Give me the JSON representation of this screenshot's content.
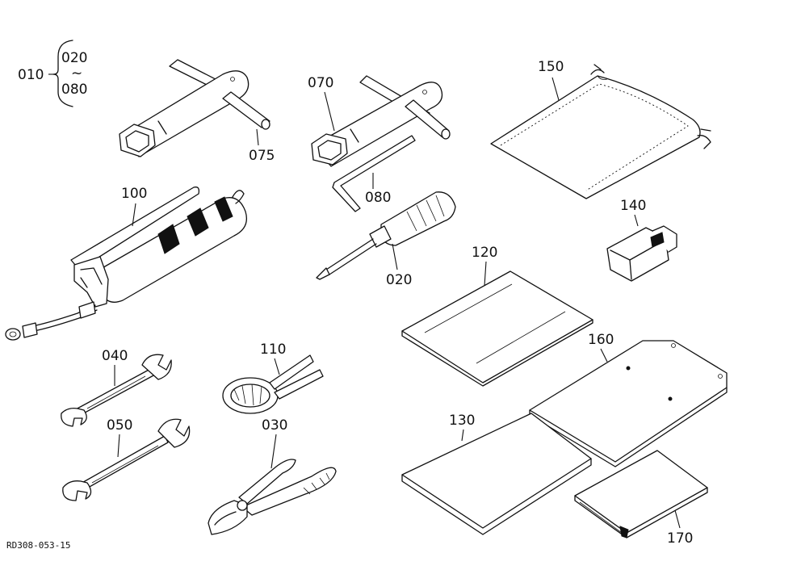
{
  "figure_code": "RD308-053-15",
  "bracket": {
    "parent": "010",
    "range_from": "020",
    "range_sep": "~",
    "range_to": "080"
  },
  "parts": [
    {
      "id": "p075",
      "label": "075",
      "icon": "t-box-wrench-icon"
    },
    {
      "id": "p070",
      "label": "070",
      "icon": "t-box-wrench-icon"
    },
    {
      "id": "p080",
      "label": "080",
      "icon": "hex-key-icon"
    },
    {
      "id": "p150",
      "label": "150",
      "icon": "tool-bag-icon"
    },
    {
      "id": "p100",
      "label": "100",
      "icon": "grease-gun-icon"
    },
    {
      "id": "p020",
      "label": "020",
      "icon": "screwdriver-icon"
    },
    {
      "id": "p140",
      "label": "140",
      "icon": "connector-cap-icon"
    },
    {
      "id": "p120",
      "label": "120",
      "icon": "manual-icon"
    },
    {
      "id": "p040",
      "label": "040",
      "icon": "wrench-icon"
    },
    {
      "id": "p110",
      "label": "110",
      "icon": "filter-wrench-icon"
    },
    {
      "id": "p160",
      "label": "160",
      "icon": "plate-icon"
    },
    {
      "id": "p050",
      "label": "050",
      "icon": "wrench-icon"
    },
    {
      "id": "p030",
      "label": "030",
      "icon": "pliers-icon"
    },
    {
      "id": "p130",
      "label": "130",
      "icon": "booklet-icon"
    },
    {
      "id": "p170",
      "label": "170",
      "icon": "folded-sheet-icon"
    }
  ]
}
